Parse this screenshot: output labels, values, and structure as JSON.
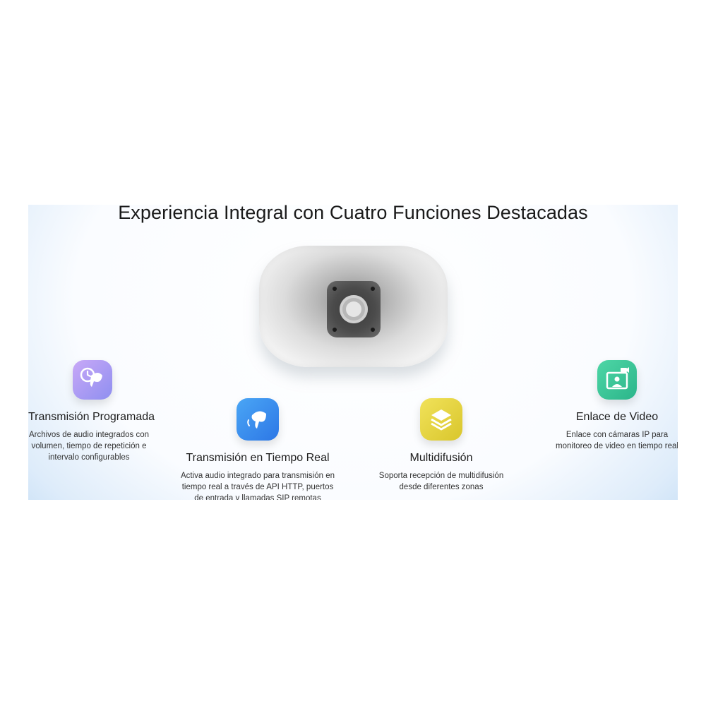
{
  "headline": "Experiencia Integral con Cuatro Funciones Destacadas",
  "features": [
    {
      "title": "Transmisión Programada",
      "desc": "Archivos de audio integrados con volumen, tiempo de repetición e intervalo configurables",
      "icon": "scheduled-broadcast-icon",
      "color": "#9a8cf0"
    },
    {
      "title": "Transmisión en Tiempo Real",
      "desc": "Activa audio integrado para transmisión en tiempo real a través de API HTTP, puertos de entrada y llamadas SIP remotas",
      "icon": "realtime-broadcast-icon",
      "color": "#3b8ef0"
    },
    {
      "title": "Multidifusión",
      "desc": "Soporta recepción de multidifusión desde diferentes zonas",
      "icon": "layers-icon",
      "color": "#e6d43c"
    },
    {
      "title": "Enlace de Video",
      "desc": "Enlace con cámaras IP para monitoreo de video en tiempo real",
      "icon": "video-link-icon",
      "color": "#35c59a"
    }
  ]
}
